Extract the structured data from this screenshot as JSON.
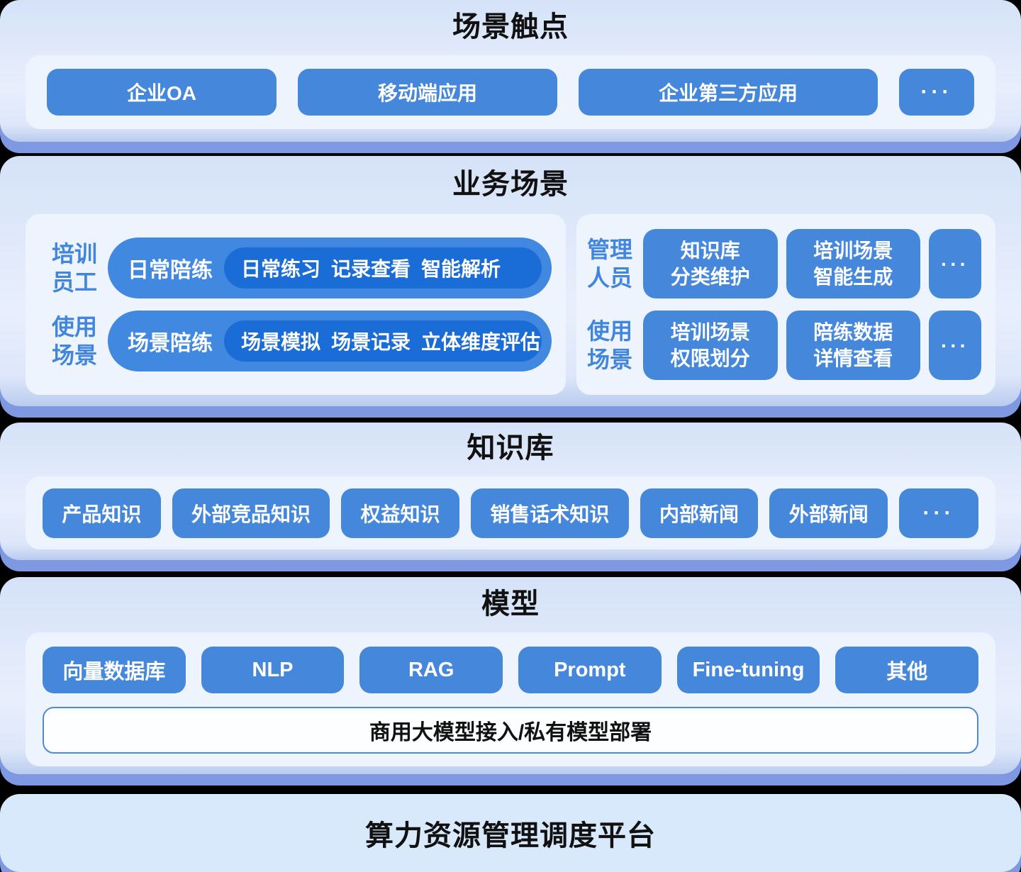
{
  "colors": {
    "block_blue": "#4587db",
    "pill_blue": "#4188e0",
    "deep_pill_blue": "#1a6cd6",
    "layer_underplate": "#7e99e1",
    "layer_bg": "#dfe9fb",
    "panel_bg": "#edf4fe",
    "platform_bg": "#d9e9fc",
    "label_blue": "#4285dc",
    "bar_border": "#4b8ade",
    "title_color": "#111111"
  },
  "touchpoints": {
    "title": "场景触点",
    "buttons": [
      "企业OA",
      "移动端应用",
      "企业第三方应用"
    ],
    "more": "···"
  },
  "business": {
    "title": "业务场景",
    "employee": {
      "rows": [
        {
          "label": "培训\n员工",
          "pill": "日常陪练",
          "features": [
            "日常练习",
            "记录查看",
            "智能解析"
          ]
        },
        {
          "label": "使用\n场景",
          "pill": "场景陪练",
          "features": [
            "场景模拟",
            "场景记录",
            "立体维度评估"
          ]
        }
      ]
    },
    "manager": {
      "rows": [
        {
          "label": "管理\n人员",
          "buttons": [
            "知识库\n分类维护",
            "培训场景\n智能生成"
          ],
          "more": "···"
        },
        {
          "label": "使用\n场景",
          "buttons": [
            "培训场景\n权限划分",
            "陪练数据\n详情查看"
          ],
          "more": "···"
        }
      ]
    }
  },
  "knowledge": {
    "title": "知识库",
    "buttons": [
      "产品知识",
      "外部竞品知识",
      "权益知识",
      "销售话术知识",
      "内部新闻",
      "外部新闻"
    ],
    "more": "···"
  },
  "model": {
    "title": "模型",
    "buttons": [
      "向量数据库",
      "NLP",
      "RAG",
      "Prompt",
      "Fine-tuning",
      "其他"
    ],
    "bar": "商用大模型接入/私有模型部署"
  },
  "platform": {
    "title": "算力资源管理调度平台"
  }
}
